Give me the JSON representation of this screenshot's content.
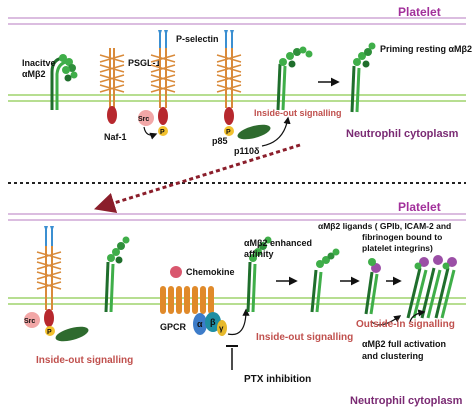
{
  "colors": {
    "membrane_line": "#cfa7d6",
    "cytoplasm_line": "#9fd36d",
    "platelet_text": "#a2309b",
    "signalling_text": "#c0504d",
    "neutrophil_text": "#7a2a73",
    "integrin_green": "#3fae49",
    "integrin_dark": "#1f6e2c",
    "psgl_orange": "#d98a3a",
    "psgl_red": "#b7282e",
    "src_pink": "#f2a7a7",
    "p_yellow": "#f2c12e",
    "p85_green": "#2e6b2e",
    "chemokine_pink": "#d9576e",
    "gpcr_orange": "#e08a2a",
    "galpha_blue": "#3d7cc9",
    "gbeta_teal": "#1f8fa3",
    "ggamma_yellow": "#e7b92b",
    "selectin_blue": "#3b8fd1",
    "divider": "#222222",
    "dashed_arrow": "#8b1e2b"
  },
  "top_panel": {
    "platelet": "Platelet",
    "inactive": [
      "Inacitve",
      "αMβ2"
    ],
    "psgl1": "PSGL-1",
    "pselectin": "P-selectin",
    "naf1": "Naf-1",
    "src": "Src",
    "p": "P",
    "p85": "p85",
    "p110": "p110δ",
    "priming": "Priming resting αMβ2",
    "insideout": "Inside-out signalling",
    "neutrophil": "Neutrophil cytoplasm"
  },
  "bottom_panel": {
    "platelet": "Platelet",
    "src": "Src",
    "p": "P",
    "chemokine": "Chemokine",
    "gpcr": "GPCR",
    "alpha": "α",
    "beta": "β",
    "gamma": "γ",
    "enhanced": [
      "αMβ2 enhanced",
      "affinity"
    ],
    "ligands": [
      "αMβ2  ligands ( GPIb, ICAM-2 and",
      "fibrinogen bound to",
      "platelet integrins)"
    ],
    "insideout_left": "Inside-out signalling",
    "insideout_mid": "Inside-out signalling",
    "outsidein": "Outside-in signalling",
    "full": [
      "αMβ2 full activation",
      "and clustering"
    ],
    "ptx": "PTX inhibition",
    "neutrophil": "Neutrophil cytoplasm"
  }
}
